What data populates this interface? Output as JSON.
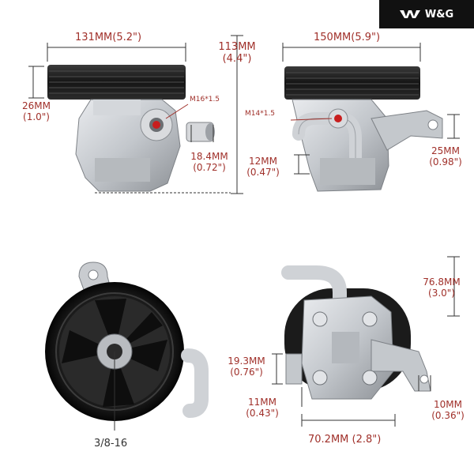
{
  "brand": {
    "logo_icon": "wing-logo-icon",
    "name": "W&G"
  },
  "colors": {
    "dimension_text": "#a0302a",
    "dimension_line": "#333333",
    "pump_metal": "#c9ccd0",
    "pulley": "#1a1a1a",
    "fitting_red": "#c81e1e"
  },
  "views": {
    "front": {
      "width_label": "131MM(5.2\")",
      "pulley_thickness_mm": "26MM",
      "pulley_thickness_in": "(1.0\")",
      "thread_label": "M16*1.5",
      "outlet_mm": "18.4MM",
      "outlet_in": "(0.72\")"
    },
    "center": {
      "length_mm": "113MM",
      "length_in": "(4.4\")"
    },
    "side": {
      "width_label": "150MM(5.9\")",
      "thread_label": "M14*1.5",
      "tube_mm": "12MM",
      "tube_in": "(0.47\")",
      "bracket_mm": "25MM",
      "bracket_in": "(0.98\")"
    },
    "pulley_face": {
      "thread_label": "3/8-16"
    },
    "rear": {
      "height_mm": "76.8MM",
      "height_in": "(3.0\")",
      "ear_mm": "19.3MM",
      "ear_in": "(0.76\")",
      "ear_gap_mm": "11MM",
      "ear_gap_in": "(0.43\")",
      "hole_mm": "10MM",
      "hole_in": "(0.36\")",
      "width_label": "70.2MM (2.8\")"
    }
  }
}
